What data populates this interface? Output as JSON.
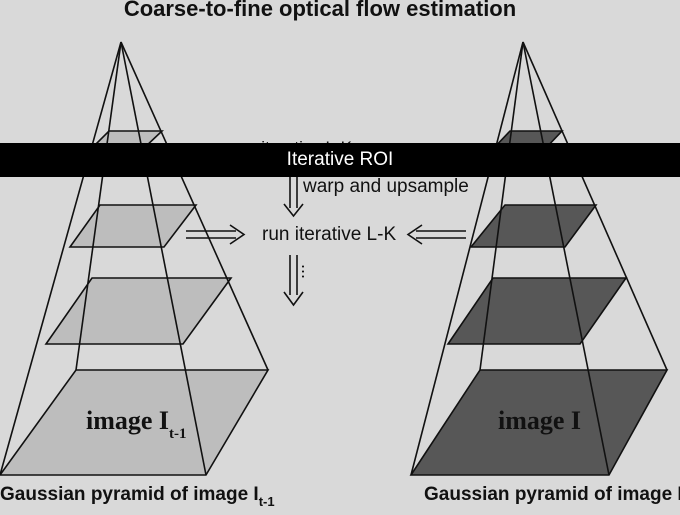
{
  "diagram": {
    "title": "Coarse-to-fine optical flow estimation",
    "warp_label": "warp and upsample",
    "run_label": "run iterative L-K",
    "dots": "...",
    "left_pyramid": {
      "image_label": "image I",
      "image_label_sub": "t-1",
      "caption": "Gaussian pyramid of image I",
      "caption_sub": "t-1",
      "fill": "#bdbdbd"
    },
    "right_pyramid": {
      "image_label": "image I",
      "caption": "Gaussian pyramid of image I",
      "fill": "#575757"
    },
    "hidden_label": "run iterative L-K"
  },
  "overlay": {
    "label": "Iterative ROI",
    "color": "#000000"
  }
}
